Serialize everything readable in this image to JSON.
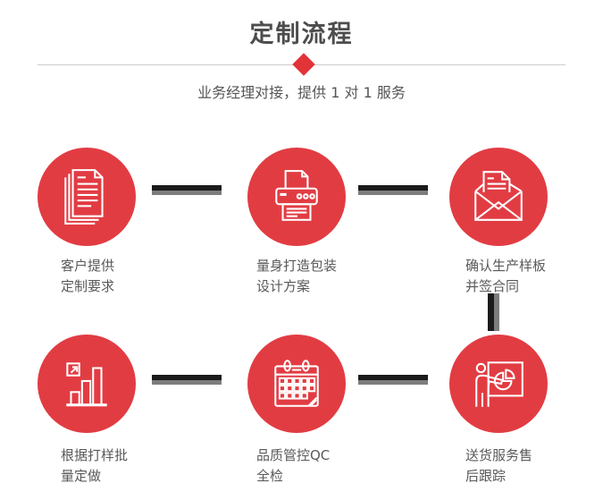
{
  "page": {
    "title": "定制流程",
    "subtitle": "业务经理对接，提供 1 对 1 服务"
  },
  "colors": {
    "accent_red": "#e23c43",
    "diamond_red": "#e23339",
    "title_gray": "#4d4d4d",
    "text_gray": "#595959",
    "connector_dark": "#1b1b1b",
    "connector_gray": "#7d7d7d",
    "divider_gray": "#cccccc"
  },
  "steps": [
    {
      "icon": "documents-icon",
      "label_line1": "客户提供",
      "label_line2": "定制要求"
    },
    {
      "icon": "printer-icon",
      "label_line1": "量身打造包装",
      "label_line2": "设计方案"
    },
    {
      "icon": "envelope-icon",
      "label_line1": "确认生产样板",
      "label_line2": "并签合同"
    },
    {
      "icon": "bar-chart-icon",
      "label_line1": "根据打样批",
      "label_line2": "量定做"
    },
    {
      "icon": "calendar-icon",
      "label_line1": "品质管控QC",
      "label_line2": "全检"
    },
    {
      "icon": "presenter-icon",
      "label_line1": "送货服务售",
      "label_line2": "后跟踪"
    }
  ]
}
